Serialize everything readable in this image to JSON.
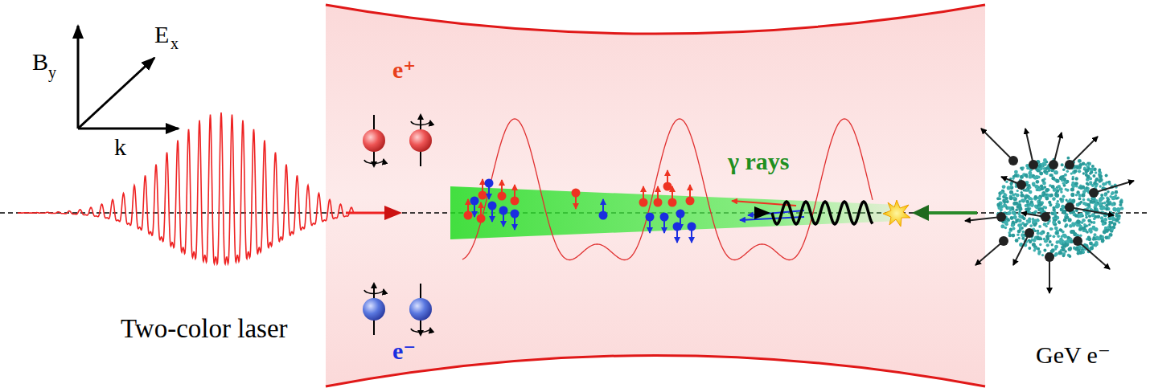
{
  "diagram": {
    "labels": [
      "B",
      "y",
      "E",
      "x",
      "k",
      "e⁺",
      "e⁻",
      "γ rays",
      "Two-color laser",
      "GeV e⁻"
    ]
  }
}
